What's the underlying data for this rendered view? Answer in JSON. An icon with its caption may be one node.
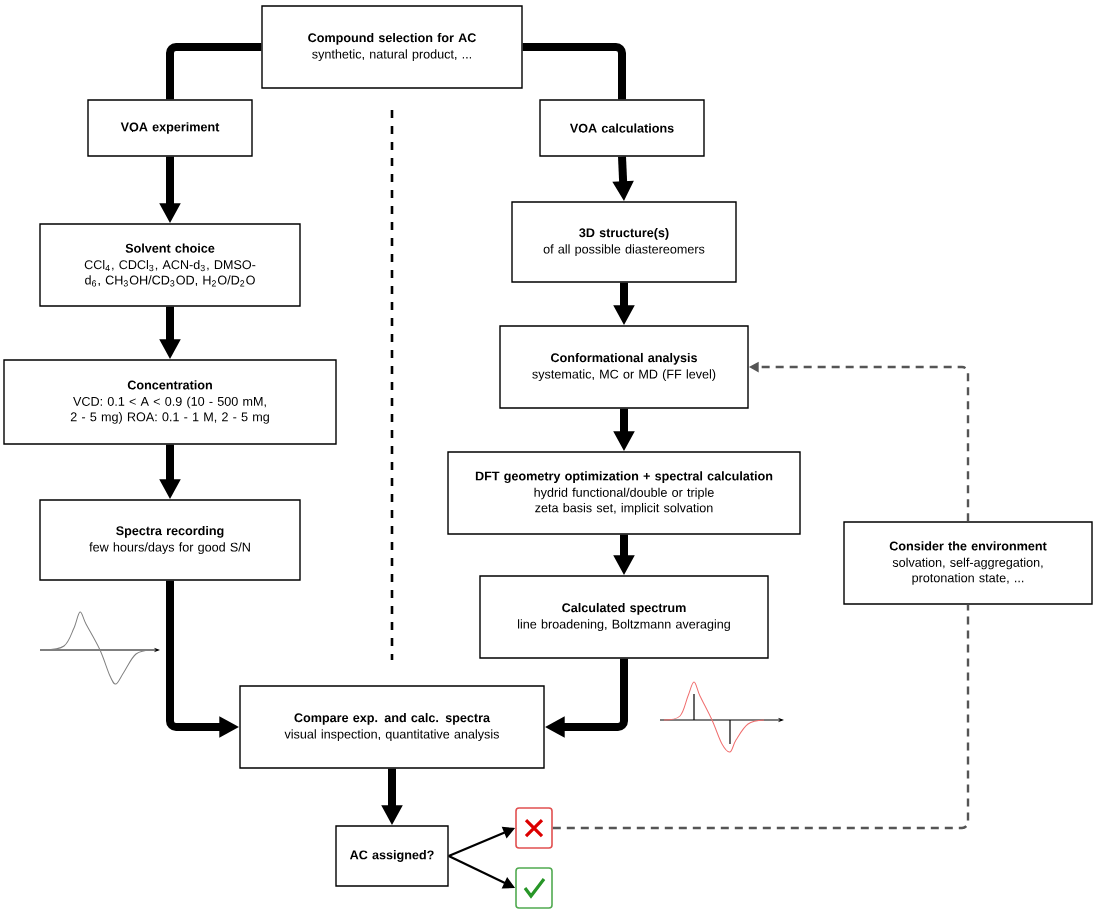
{
  "diagram": {
    "nodes": [
      {
        "text": [
          "Compound selection for AC",
          "synthetic, natural product, ..."
        ]
      },
      {
        "text": [
          "VOA experiment"
        ]
      },
      {
        "text": [
          "VOA calculations"
        ]
      },
      {
        "text": [
          "Solvent choice",
          "CCl$_{4}$, CDCl$_{3}$, ACN-d$_{3}$, DMSO-d$_{6}$, CH$_{3}$OH/CD$_{3}$OD, H$_{2}$O/D$_{2}$O"
        ]
      },
      {
        "text": [
          "3D structure(s)",
          "of all possible diastereomers"
        ]
      },
      {
        "text": [
          "Concentration",
          "VCD: 0.1 < A < 0.9 (10 - 500 mM, 2 - 5 mg) ROA: 0.1 - 1 M, 2 - 5 mg"
        ]
      },
      {
        "text": [
          "Spectra recording",
          "few hours/days for good S/N"
        ]
      },
      {
        "text": [
          "Conformational analysis",
          "systematic, MC or MD (FF level)"
        ]
      },
      {
        "text": [
          "DFT geometry optimization + spectral calculation",
          "hydrid functional/double or triple zeta basis set, implicit solvation"
        ]
      },
      {
        "text": [
          "Consider the environment",
          "solvation, self-aggregation, protonation state, ..."
        ]
      },
      {
        "text": [
          "Calculated spectrum",
          "line broadening, Boltzmann averaging"
        ]
      },
      {
        "text": [
          "Compare exp. and calc. spectra",
          "visual inspection, quantitative analysis"
        ]
      },
      {
        "text": [
          "AC assigned?"
        ]
      },
      {
        "text": [],
        "shape": "box"
      },
      {
        "text": [],
        "shape": "box"
      }
    ],
    "edges": [
      {
        "from": 0,
        "to": 1,
        "arrow": "none"
      },
      {
        "from": 0,
        "to": 2,
        "arrow": "none"
      },
      {
        "from": 1,
        "to": 3,
        "arrow": "to"
      },
      {
        "from": 3,
        "to": 5,
        "arrow": "to"
      },
      {
        "from": 5,
        "to": 6,
        "arrow": "to"
      },
      {
        "from": 6,
        "to": 11,
        "arrow": "to"
      },
      {
        "from": 2,
        "to": 4,
        "arrow": "to"
      },
      {
        "from": 4,
        "to": 7,
        "arrow": "to"
      },
      {
        "from": 7,
        "to": 8,
        "arrow": "to"
      },
      {
        "from": 8,
        "to": 10,
        "arrow": "to"
      },
      {
        "from": 10,
        "to": 11,
        "arrow": "to"
      },
      {
        "from": 11,
        "to": 12,
        "arrow": "to"
      },
      {
        "from": 12,
        "to": 13,
        "arrow": "to"
      },
      {
        "from": 12,
        "to": 14,
        "arrow": "to"
      },
      {
        "from": 13,
        "to": 9,
        "arrow": "none",
        "style": "dashed",
        "color": "#555555"
      },
      {
        "from": 9,
        "to": 7,
        "arrow": "to",
        "style": "dashed",
        "color": "#555555"
      }
    ]
  }
}
